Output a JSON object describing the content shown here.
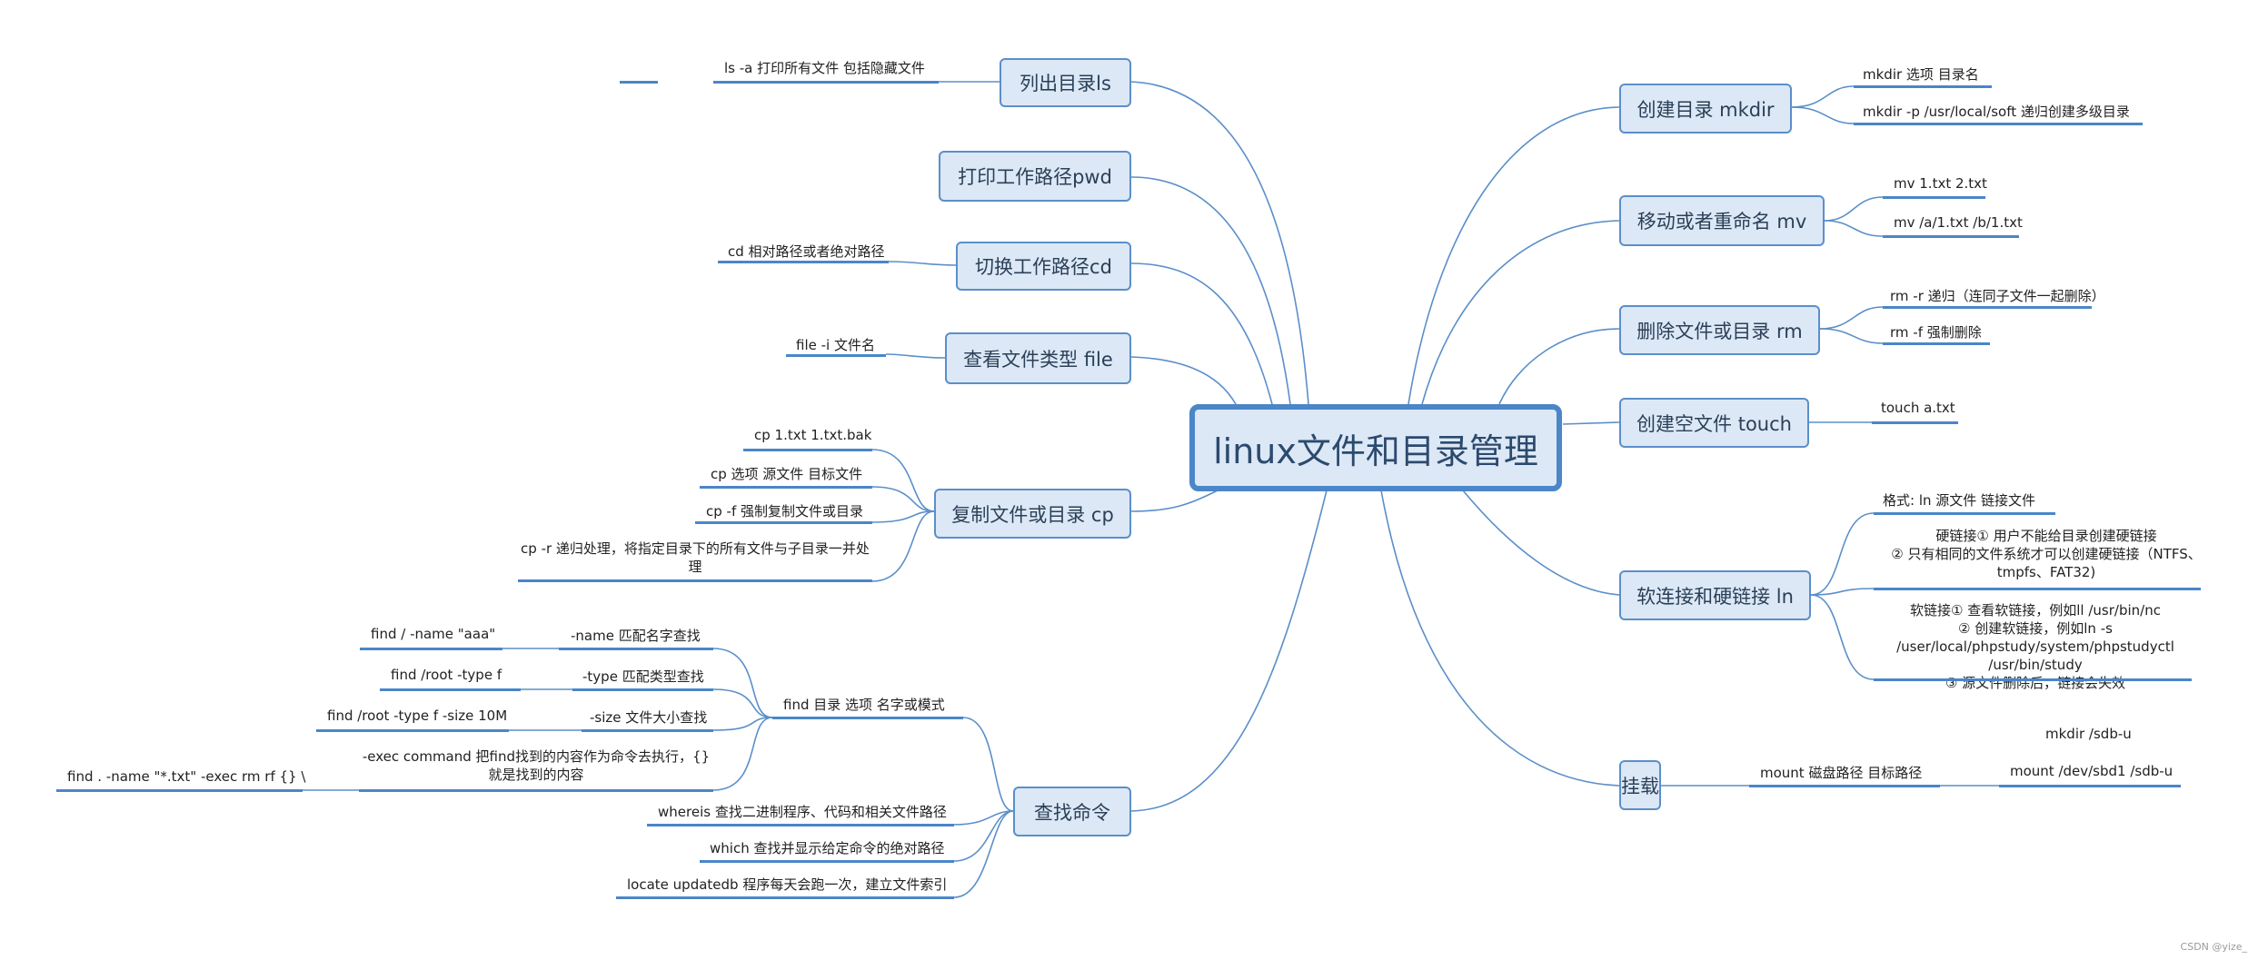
{
  "root": "linux文件和目录管理",
  "left": {
    "ls": {
      "title": "列出目录ls",
      "items": [
        "ls -a  打印所有文件 包括隐藏文件"
      ]
    },
    "pwd": {
      "title": "打印工作路径pwd"
    },
    "cd": {
      "title": "切换工作路径cd",
      "items": [
        "cd 相对路径或者绝对路径"
      ]
    },
    "file": {
      "title": "查看文件类型 file",
      "items": [
        "file -i 文件名"
      ]
    },
    "cp": {
      "title": "复制文件或目录 cp",
      "items": [
        "cp 1.txt 1.txt.bak",
        "cp 选项 源文件 目标文件",
        "cp -f 强制复制文件或目录",
        "cp -r 递归处理，将指定目录下的所有文件与子目录一并处理"
      ]
    },
    "find": {
      "title": "查找命令",
      "sub": {
        "title": "find 目录 选项 名字或模式",
        "items": [
          {
            "label": "-name 匹配名字查找",
            "example": "find / -name \"aaa\""
          },
          {
            "label": "-type 匹配类型查找",
            "example": "find /root -type f"
          },
          {
            "label": "-size 文件大小查找",
            "example": "find /root -type f -size 10M"
          },
          {
            "label": "-exec command 把find找到的内容作为命令去执行，{}就是找到的内容",
            "example": "find . -name \"*.txt\" -exec rm rf {} \\"
          }
        ]
      },
      "items": [
        "whereis 查找二进制程序、代码和相关文件路径",
        "which 查找并显示给定命令的绝对路径",
        "locate updatedb 程序每天会跑一次，建立文件索引"
      ]
    }
  },
  "right": {
    "mkdir": {
      "title": "创建目录 mkdir",
      "items": [
        "mkdir 选项 目录名",
        "mkdir -p /usr/local/soft  递归创建多级目录"
      ]
    },
    "mv": {
      "title": "移动或者重命名 mv",
      "items": [
        "mv 1.txt 2.txt",
        "mv /a/1.txt /b/1.txt"
      ]
    },
    "rm": {
      "title": "删除文件或目录 rm",
      "items": [
        "rm -r 递归（连同子文件一起删除）",
        "rm -f 强制删除"
      ]
    },
    "touch": {
      "title": "创建空文件 touch",
      "items": [
        "touch a.txt"
      ]
    },
    "ln": {
      "title": "软连接和硬链接 ln",
      "items": [
        "格式:   ln 源文件 链接文件",
        "硬链接① 用户不能给目录创建硬链接\n② 只有相同的文件系统才可以创建硬链接（NTFS、tmpfs、FAT32)",
        "软链接① 查看软链接，例如ll /usr/bin/nc\n② 创建软链接，例如ln -s /user/local/phpstudy/system/phpstudyctl /usr/bin/study\n③ 源文件删除后，链接会失效"
      ]
    },
    "mount": {
      "title": "挂载",
      "sub": "mount 磁盘路径 目标路径",
      "items": [
        "mkdir /sdb-u",
        "mount /dev/sbd1 /sdb-u"
      ]
    }
  },
  "credit": "CSDN @yize_",
  "colors": {
    "line": "#4a86c8",
    "node_fill": "#dce8f6",
    "node_border": "#5b8fc9"
  }
}
